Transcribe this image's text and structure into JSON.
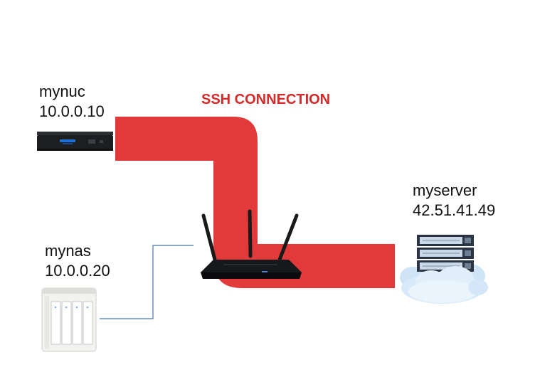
{
  "connection": {
    "label": "SSH CONNECTION",
    "color": "#e23a3a",
    "label_color": "#d42a2a",
    "lan_link_color": "#4a79a8"
  },
  "nodes": {
    "nuc": {
      "name": "mynuc",
      "ip": "10.0.0.10",
      "icon": "mini-pc-icon"
    },
    "nas": {
      "name": "mynas",
      "ip": "10.0.0.20",
      "icon": "nas-icon"
    },
    "server": {
      "name": "myserver",
      "ip": "42.51.41.49",
      "icon": "cloud-server-icon"
    },
    "router": {
      "icon": "router-icon"
    }
  }
}
